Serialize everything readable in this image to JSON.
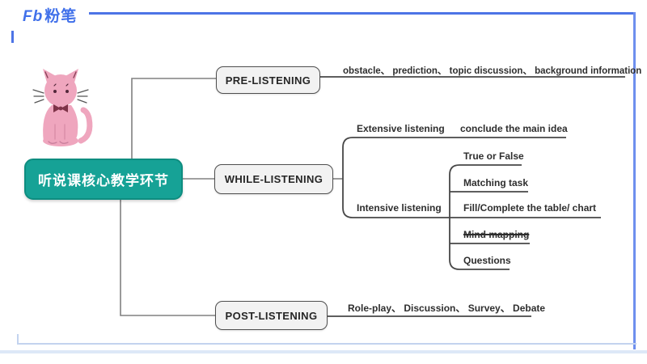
{
  "header": {
    "logo_fb": "Fb",
    "logo_cn": "粉笔"
  },
  "colors": {
    "accent_blue": "#4d74e6",
    "root_teal": "#16a296",
    "node_fill": "#f2f2f2",
    "line_gray": "#808080",
    "underline_gray": "#474747"
  },
  "mindmap": {
    "root": {
      "label": "听说课核心教学环节"
    },
    "pre": {
      "label": "PRE-LISTENING",
      "note": "obstacle、 prediction、 topic discussion、 background information"
    },
    "while": {
      "label": "WHILE-LISTENING",
      "extensive": {
        "label": "Extensive listening",
        "note": "conclude the main idea"
      },
      "intensive": {
        "label": "Intensive listening",
        "tasks": [
          "True or False",
          "Matching task",
          "Fill/Complete the table/ chart",
          "Mind mapping",
          "Questions"
        ]
      }
    },
    "post": {
      "label": "POST-LISTENING",
      "note": "Role-play、 Discussion、 Survey、 Debate"
    }
  }
}
